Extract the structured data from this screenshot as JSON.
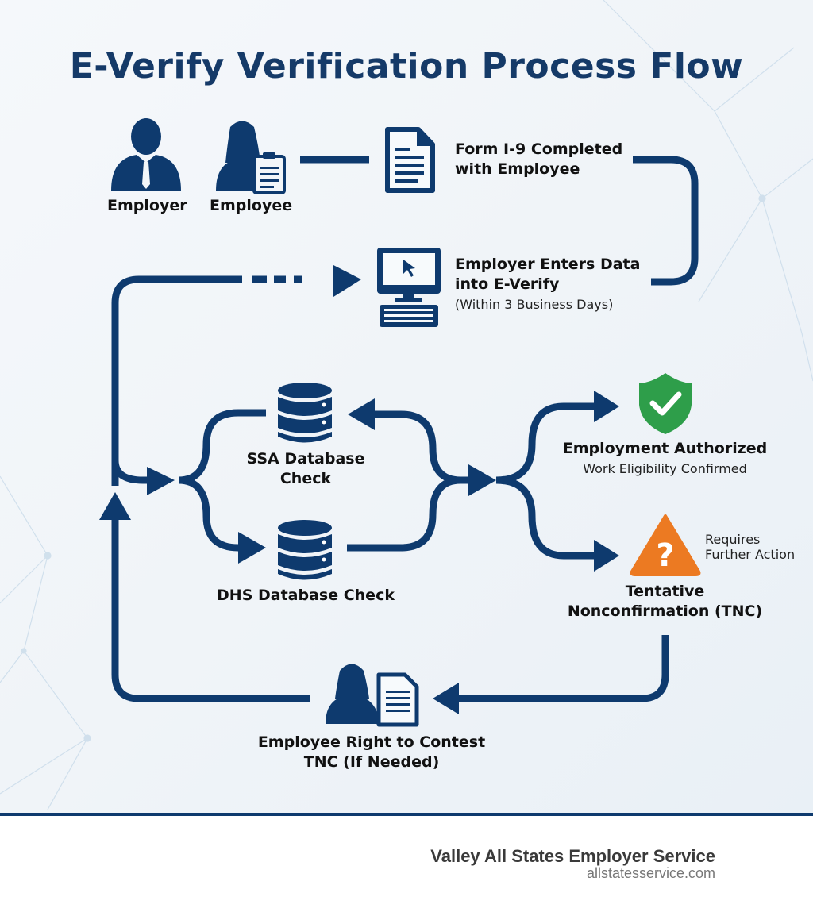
{
  "title": "E-Verify Verification Process Flow",
  "colors": {
    "navy": "#0e3a6e",
    "green": "#2e9e4a",
    "orange": "#ec7a22"
  },
  "nodes": {
    "employer": "Employer",
    "employee": "Employee",
    "form_i9": [
      "Form I-9 Completed",
      "with Employee"
    ],
    "enter_data": [
      "Employer Enters Data",
      "into E-Verify"
    ],
    "enter_data_note": "(Within 3 Business Days)",
    "ssa": [
      "SSA Database",
      "Check"
    ],
    "dhs": "DHS Database Check",
    "authorized": "Employment Authorized",
    "authorized_note": "Work Eligibility Confirmed",
    "tnc_note": [
      "Requires",
      "Further Action"
    ],
    "tnc": [
      "Tentative",
      "Nonconfirmation (TNC)"
    ],
    "contest": [
      "Employee Right to Contest",
      "TNC (If Needed)"
    ]
  },
  "icons": [
    "employer-person-icon",
    "employee-person-clipboard-icon",
    "document-icon",
    "computer-icon",
    "database-icon",
    "shield-check-icon",
    "warning-icon",
    "employee-document-icon"
  ],
  "footer": {
    "company": "Valley All States Employer Service",
    "url": "allstatesservice.com"
  }
}
